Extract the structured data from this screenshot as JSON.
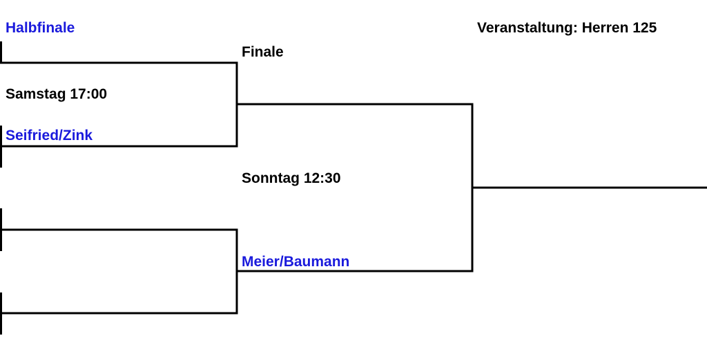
{
  "header": {
    "round_label": "Halbfinale",
    "event_label": "Veranstaltung: Herren 125"
  },
  "bracket": {
    "final_label": "Finale",
    "semifinal_top": {
      "time": "Samstag 17:00",
      "winner": "Seifried/Zink"
    },
    "final": {
      "time": "Sonntag 12:30",
      "winner": "Meier/Baumann"
    }
  },
  "colors": {
    "winner": "#1a1adc",
    "text": "#000000",
    "line": "#000000"
  }
}
